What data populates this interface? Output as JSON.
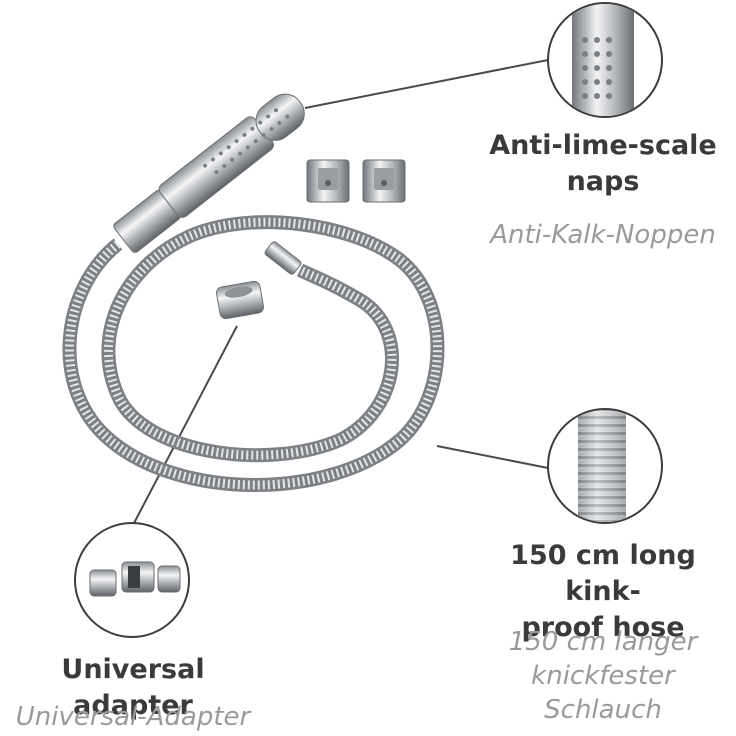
{
  "features": {
    "naps": {
      "en_line1": "Anti-lime-scale",
      "en_line2": "naps",
      "de_line1": "Anti-Kalk-Noppen"
    },
    "hose": {
      "en_line1": "150 cm long kink-",
      "en_line2": "proof hose",
      "de_line1": "150 cm langer",
      "de_line2": "knickfester",
      "de_line3": "Schlauch"
    },
    "adapter": {
      "en_line1": "Universal adapter",
      "de_line1": "Universal-Adapter"
    }
  },
  "colors": {
    "english_text": "#3a3a3a",
    "german_text": "#9a9a9a",
    "chrome_dark": "#6e7276",
    "chrome_light": "#f2f3f4"
  }
}
